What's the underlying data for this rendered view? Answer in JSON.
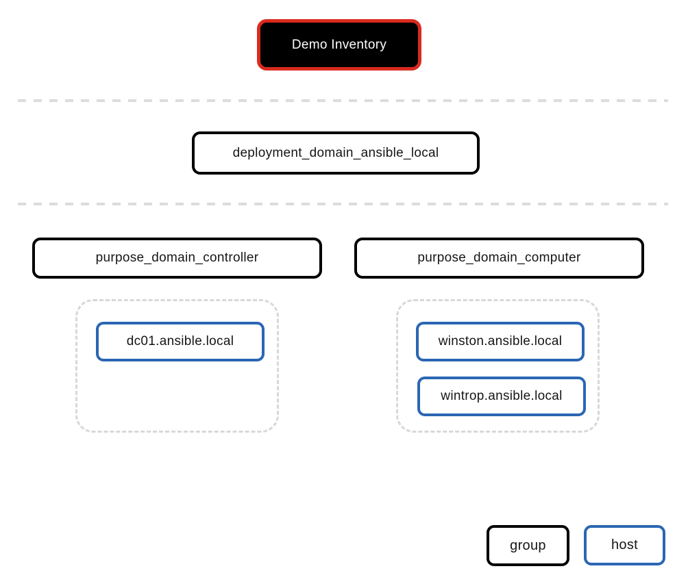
{
  "diagram": {
    "root": {
      "label": "Demo Inventory"
    },
    "deployment_group": {
      "label": "deployment_domain_ansible_local"
    },
    "purpose_groups": [
      {
        "label": "purpose_domain_controller",
        "hosts": [
          {
            "label": "dc01.ansible.local"
          }
        ]
      },
      {
        "label": "purpose_domain_computer",
        "hosts": [
          {
            "label": "winston.ansible.local"
          },
          {
            "label": "wintrop.ansible.local"
          }
        ]
      }
    ],
    "legend": {
      "group": "group",
      "host": "host"
    },
    "colors": {
      "root_border": "#da2a1e",
      "root_bg": "#000000",
      "root_text": "#ffffff",
      "group_border": "#000000",
      "host_border": "#2b66b3",
      "divider": "#dcdcdc",
      "container_border": "#d8d8d8",
      "text": "#151515"
    }
  }
}
